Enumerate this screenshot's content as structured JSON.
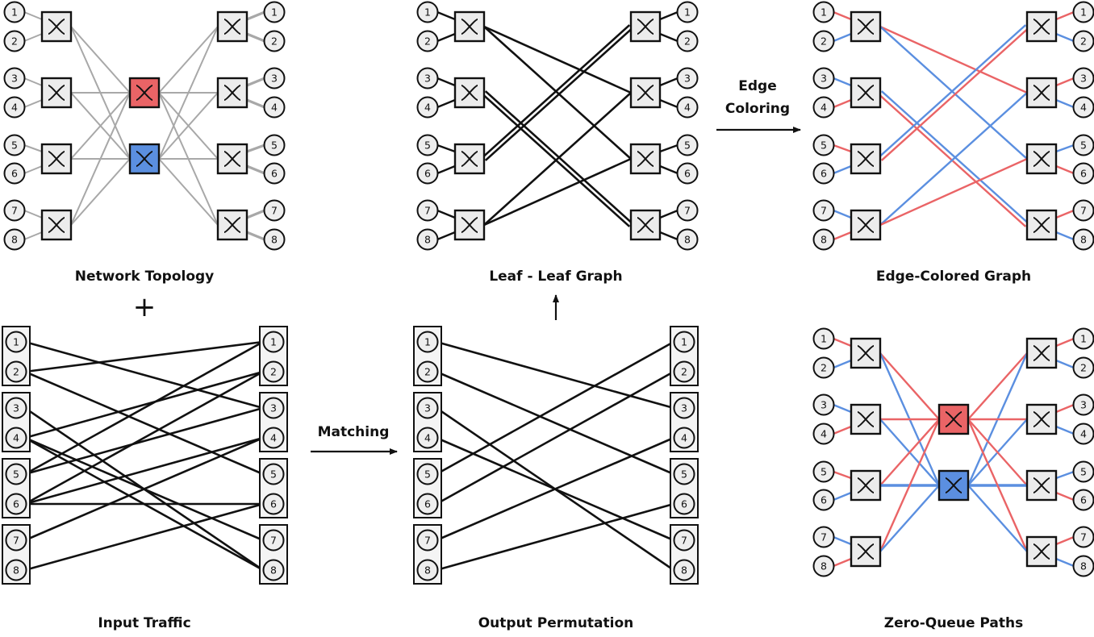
{
  "colors": {
    "red": "#ea6466",
    "blue": "#5b8fe0",
    "gray_link": "#a8a8a8",
    "switch_fill": "#ececec",
    "node_fill": "#eeeeee",
    "group_fill": "#f4f4f4",
    "black": "#111111"
  },
  "host_labels": [
    "1",
    "2",
    "3",
    "4",
    "5",
    "6",
    "7",
    "8"
  ],
  "panels": {
    "network_topology": {
      "title": "Network Topology",
      "spines": [
        {
          "id": "spine-red",
          "color": "red"
        },
        {
          "id": "spine-blue",
          "color": "blue"
        }
      ]
    },
    "leaf_leaf_graph": {
      "title": "Leaf - Leaf Graph",
      "edges": [
        {
          "from_leaf": 1,
          "to_leaf": 2
        },
        {
          "from_leaf": 1,
          "to_leaf": 3
        },
        {
          "from_leaf": 2,
          "to_leaf": 4
        },
        {
          "from_leaf": 2,
          "to_leaf": 4
        },
        {
          "from_leaf": 3,
          "to_leaf": 1
        },
        {
          "from_leaf": 3,
          "to_leaf": 1
        },
        {
          "from_leaf": 4,
          "to_leaf": 2
        },
        {
          "from_leaf": 4,
          "to_leaf": 3
        }
      ]
    },
    "edge_colored_graph": {
      "title": "Edge-Colored Graph",
      "left_host_colors": [
        "red",
        "blue",
        "blue",
        "red",
        "red",
        "blue",
        "blue",
        "red"
      ],
      "right_host_colors": [
        "red",
        "blue",
        "red",
        "blue",
        "blue",
        "red",
        "red",
        "blue"
      ],
      "edges": [
        {
          "from_leaf": 1,
          "to_leaf": 2,
          "color": "red"
        },
        {
          "from_leaf": 1,
          "to_leaf": 3,
          "color": "blue"
        },
        {
          "from_leaf": 2,
          "to_leaf": 4,
          "color": "blue"
        },
        {
          "from_leaf": 2,
          "to_leaf": 4,
          "color": "red"
        },
        {
          "from_leaf": 3,
          "to_leaf": 1,
          "color": "blue"
        },
        {
          "from_leaf": 3,
          "to_leaf": 1,
          "color": "red"
        },
        {
          "from_leaf": 4,
          "to_leaf": 2,
          "color": "blue"
        },
        {
          "from_leaf": 4,
          "to_leaf": 3,
          "color": "red"
        }
      ]
    },
    "input_traffic": {
      "title": "Input Traffic",
      "edges": [
        [
          1,
          3
        ],
        [
          2,
          1
        ],
        [
          2,
          5
        ],
        [
          3,
          8
        ],
        [
          4,
          2
        ],
        [
          4,
          7
        ],
        [
          4,
          8
        ],
        [
          5,
          1
        ],
        [
          5,
          3
        ],
        [
          6,
          2
        ],
        [
          6,
          4
        ],
        [
          6,
          6
        ],
        [
          7,
          4
        ],
        [
          8,
          6
        ]
      ]
    },
    "output_permutation": {
      "title": "Output Permutation",
      "edges": [
        [
          1,
          3
        ],
        [
          2,
          5
        ],
        [
          3,
          8
        ],
        [
          4,
          7
        ],
        [
          5,
          1
        ],
        [
          6,
          2
        ],
        [
          7,
          4
        ],
        [
          8,
          6
        ]
      ]
    },
    "zero_queue_paths": {
      "title": "Zero-Queue Paths",
      "left_host_colors": [
        "red",
        "blue",
        "blue",
        "red",
        "red",
        "blue",
        "blue",
        "red"
      ],
      "right_host_colors": [
        "red",
        "blue",
        "red",
        "blue",
        "blue",
        "red",
        "red",
        "blue"
      ]
    }
  },
  "operators": {
    "plus": "+",
    "matching": "Matching",
    "edge_coloring_line1": "Edge",
    "edge_coloring_line2": "Coloring"
  }
}
